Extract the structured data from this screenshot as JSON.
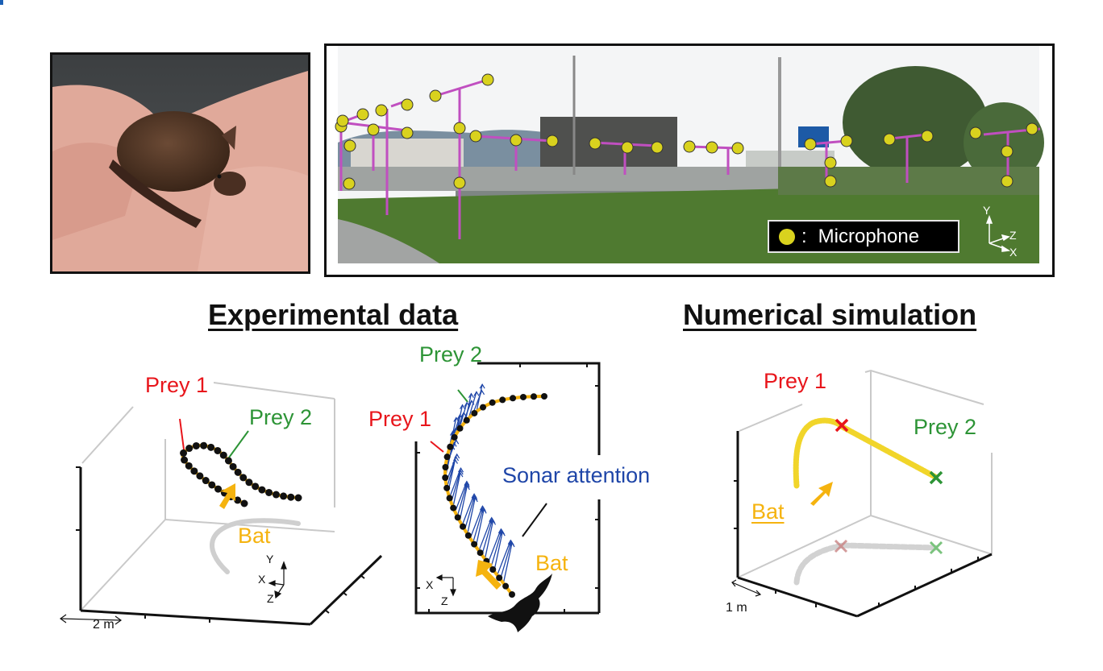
{
  "photos": {
    "bat_photo": {
      "description": "bat-held-in-hand"
    },
    "site_photo": {
      "description": "microphone-array-field-site"
    }
  },
  "site_legend": {
    "marker_label": "Microphone",
    "separator": ":"
  },
  "site_axes": {
    "y": "Y",
    "z": "Z",
    "x": "X"
  },
  "sections": {
    "experimental_title": "Experimental data",
    "simulation_title": "Numerical simulation"
  },
  "plot_exp_3d": {
    "prey1_label": "Prey 1",
    "prey2_label": "Prey 2",
    "bat_label": "Bat",
    "axis_x": "X",
    "axis_y": "Y",
    "axis_z": "Z",
    "scale_label": "2 m"
  },
  "plot_exp_top": {
    "prey1_label": "Prey 1",
    "prey2_label": "Prey 2",
    "sonar_label": "Sonar attention",
    "bat_label": "Bat",
    "axis_x": "X",
    "axis_z": "Z"
  },
  "plot_sim_3d": {
    "prey1_label": "Prey 1",
    "prey2_label": "Prey 2",
    "bat_label": "Bat",
    "scale_label": "1 m"
  },
  "colors": {
    "prey1": "#e8151b",
    "prey2": "#2d9436",
    "sonar": "#1f46a8",
    "bat": "#f5b30f",
    "microphone": "#d9d21e",
    "mic_stand": "#c04fc0"
  }
}
